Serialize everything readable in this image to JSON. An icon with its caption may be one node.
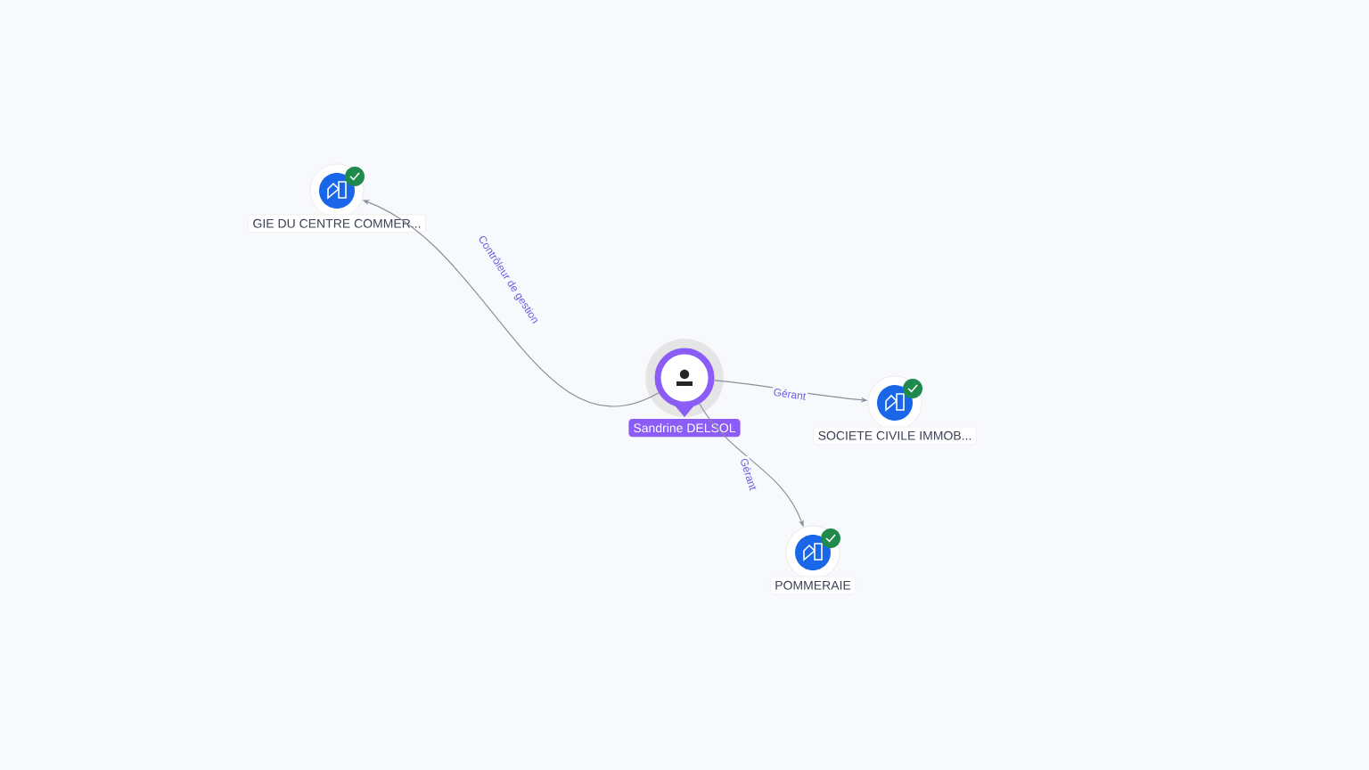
{
  "diagram": {
    "nodes": [
      {
        "text": [
          "Sandrine DELSOL"
        ]
      },
      {
        "text": [
          "GIE DU CENTRE COMMER..."
        ]
      },
      {
        "text": [
          "SOCIETE CIVILE IMMOB..."
        ]
      },
      {
        "text": [
          "POMMERAIE"
        ]
      }
    ],
    "edges": [
      {
        "from": 0,
        "to": 1,
        "arrow": "to",
        "label": "Contrôleur de gestion"
      },
      {
        "from": 0,
        "to": 2,
        "arrow": "to",
        "label": "Gérant"
      },
      {
        "from": 0,
        "to": 3,
        "arrow": "to",
        "label": "Gérant"
      }
    ]
  }
}
